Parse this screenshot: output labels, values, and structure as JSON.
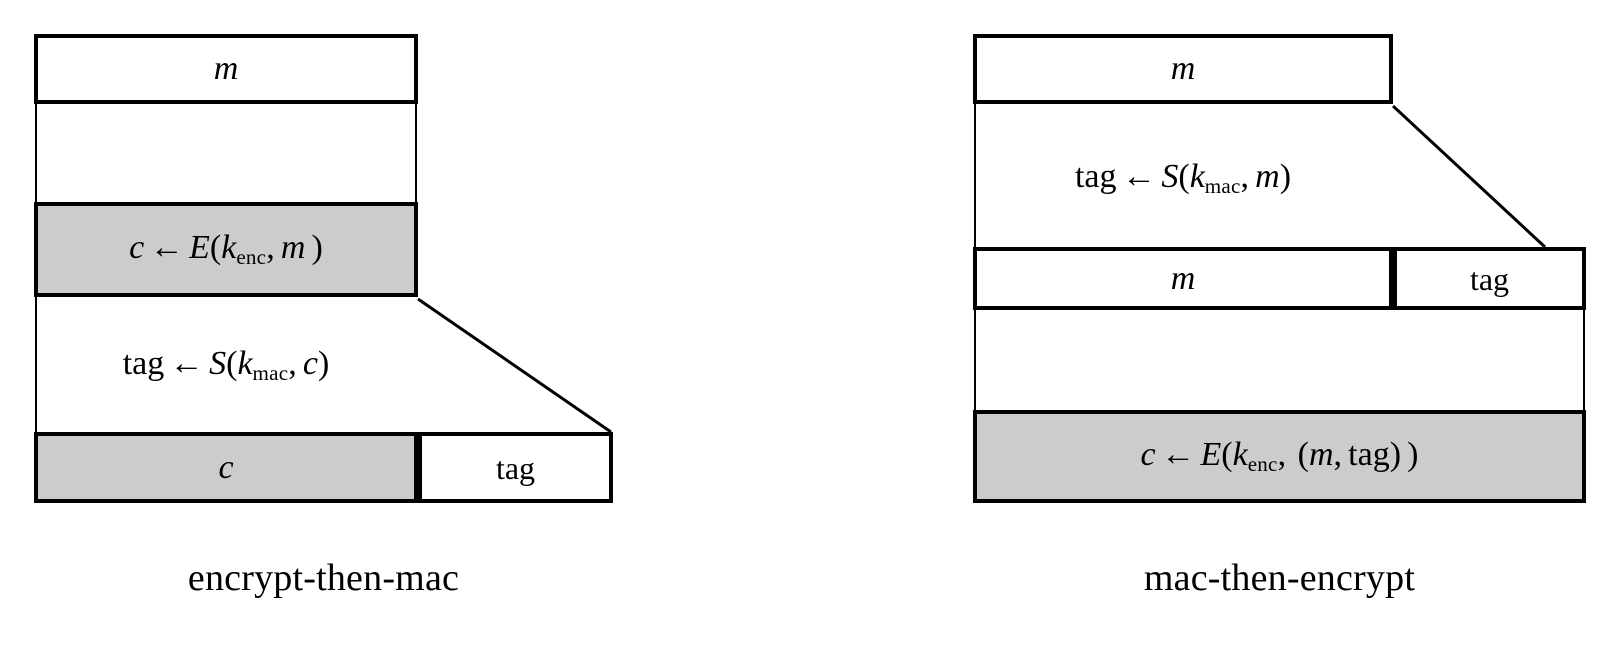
{
  "figure": {
    "kind": "diagram",
    "description": "Two authenticated-encryption constructions shown side by side as stacked block diagrams",
    "background_color": "#ffffff",
    "line_color": "#000000",
    "shaded_fill": "#cccccc",
    "unshaded_fill": "#ffffff"
  },
  "panels": [
    {
      "id": "encrypt-then-mac",
      "caption": "encrypt-then-mac",
      "steps": [
        {
          "id": "plaintext",
          "role": "input-block",
          "shaded": false,
          "segments": [
            {
              "label": "m",
              "style": "italic",
              "shaded": false
            }
          ]
        },
        {
          "id": "encrypt-step",
          "role": "operation",
          "shaded": true,
          "formula": {
            "text": "c ← E(k_enc, m )",
            "lhs": "c",
            "arrow": "←",
            "fn": "E",
            "key": "k",
            "key_sub": "enc",
            "args": "m"
          }
        },
        {
          "id": "mac-step",
          "role": "operation",
          "shaded": false,
          "formula": {
            "text": "tag ← S(k_mac, c)",
            "lhs": "tag",
            "arrow": "←",
            "fn": "S",
            "key": "k",
            "key_sub": "mac",
            "args": "c"
          }
        },
        {
          "id": "output",
          "role": "output-block",
          "segments": [
            {
              "label": "c",
              "style": "italic",
              "shaded": true
            },
            {
              "label": "tag",
              "style": "upright",
              "shaded": false
            }
          ]
        }
      ]
    },
    {
      "id": "mac-then-encrypt",
      "caption": "mac-then-encrypt",
      "steps": [
        {
          "id": "plaintext",
          "role": "input-block",
          "shaded": false,
          "segments": [
            {
              "label": "m",
              "style": "italic",
              "shaded": false
            }
          ]
        },
        {
          "id": "mac-step",
          "role": "operation",
          "shaded": false,
          "formula": {
            "text": "tag ← S(k_mac, m)",
            "lhs": "tag",
            "arrow": "←",
            "fn": "S",
            "key": "k",
            "key_sub": "mac",
            "args": "m"
          }
        },
        {
          "id": "intermediate",
          "role": "intermediate-block",
          "segments": [
            {
              "label": "m",
              "style": "italic",
              "shaded": false
            },
            {
              "label": "tag",
              "style": "upright",
              "shaded": false
            }
          ]
        },
        {
          "id": "encrypt-step",
          "role": "operation",
          "shaded": true,
          "formula": {
            "text": "c ← E(k_enc,  (m, tag) )",
            "lhs": "c",
            "arrow": "←",
            "fn": "E",
            "key": "k",
            "key_sub": "enc",
            "args": "(m, tag)"
          }
        }
      ]
    }
  ],
  "glyphs": {
    "left_arrow": "←",
    "comma": ",",
    "lparen": "(",
    "rparen": ")"
  }
}
